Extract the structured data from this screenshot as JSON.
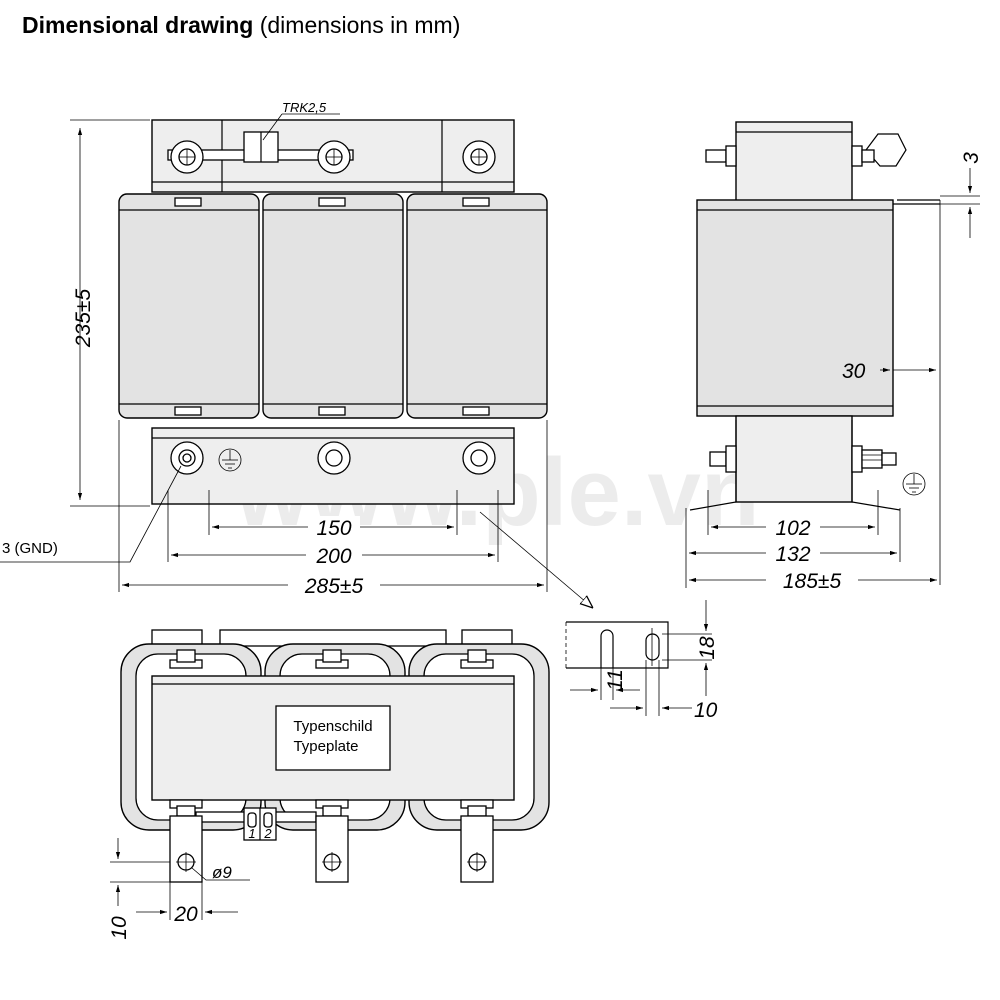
{
  "title": {
    "bold": "Dimensional drawing",
    "rest": " (dimensions in mm)"
  },
  "labels": {
    "terminal": "TRK2,5",
    "gnd": "3 (GND)",
    "typeplate_line1": "Typenschild",
    "typeplate_line2": "Typeplate",
    "term1": "1",
    "term2": "2",
    "watermark": "www.ple.vn"
  },
  "dimensions": {
    "height": "235±5",
    "d150": "150",
    "d200": "200",
    "width": "285±5",
    "d102": "102",
    "d132": "132",
    "depth": "185±5",
    "d3": "3",
    "d30": "30",
    "d18": "18",
    "d11": "11",
    "d10_slot": "10",
    "hole": "ø9",
    "d10": "10",
    "d20": "20"
  }
}
